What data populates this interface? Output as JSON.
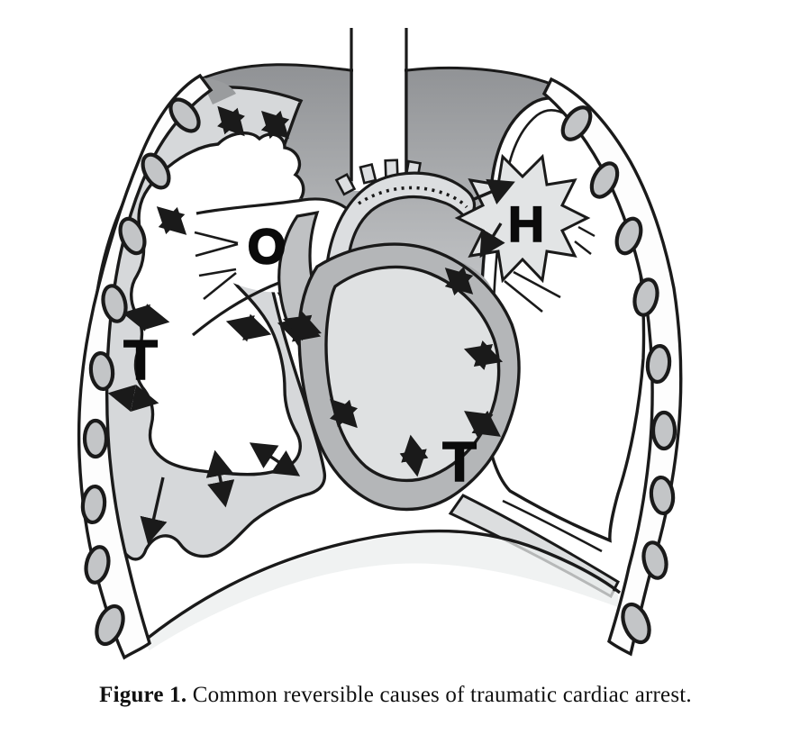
{
  "figure": {
    "caption": {
      "label": "Figure 1.",
      "text": " Common reversible causes of traumatic cardiac arrest."
    },
    "annotations": {
      "airway_obstruction": "O",
      "hypovolemia": "H",
      "tension_pneumothorax": "T",
      "cardiac_tamponade": "T"
    },
    "colors": {
      "outline": "#1a1a1a",
      "pleural_space": "#d6d8da",
      "mediastinum_dark": "#97999b",
      "mediastinum_light": "#c7c9cb",
      "pericardium": "#b4b6b8",
      "heart_chamber": "#dfe1e2",
      "rib_section": "#c3c5c7",
      "rib_band": "#fdfdfd",
      "vessel_burst": "#e2e4e5",
      "aorta": "#dcdee0",
      "great_vessel": "#bfc1c3",
      "pulmonary_shadow": "#a9abad",
      "diaphragm_shade": "#ebedee",
      "lung": "#ffffff"
    }
  }
}
